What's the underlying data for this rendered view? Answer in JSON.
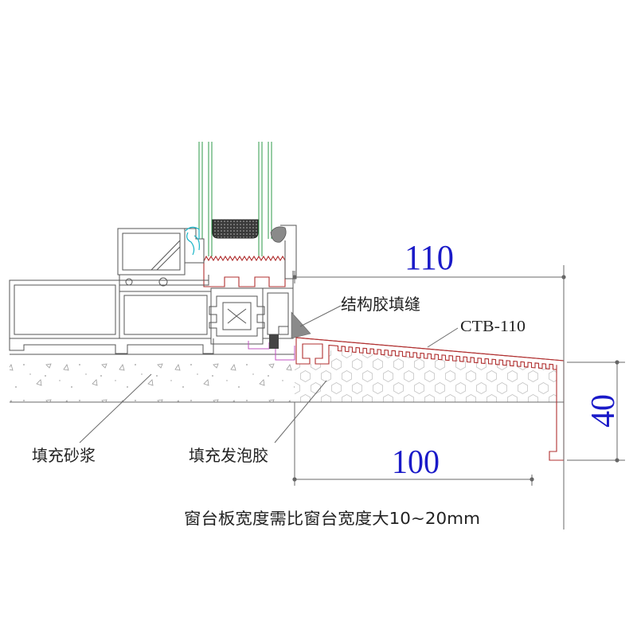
{
  "labels": {
    "dim_110": "110",
    "dim_40": "40",
    "dim_100": "100",
    "structural_glue": "结构胶填缝",
    "sill_model": "CTB-110",
    "mortar_fill": "填充砂浆",
    "foam_fill": "填充发泡胶",
    "note": "窗台板宽度需比窗台宽度大10~20mm"
  },
  "colors": {
    "dimension_text": "#1a1ac8",
    "sill_outline": "#b03030",
    "glass": "#2e9a4a",
    "gasket": "#19b5c8",
    "clip": "#c050c0",
    "frame": "#555555",
    "line": "#6a6a6a"
  }
}
